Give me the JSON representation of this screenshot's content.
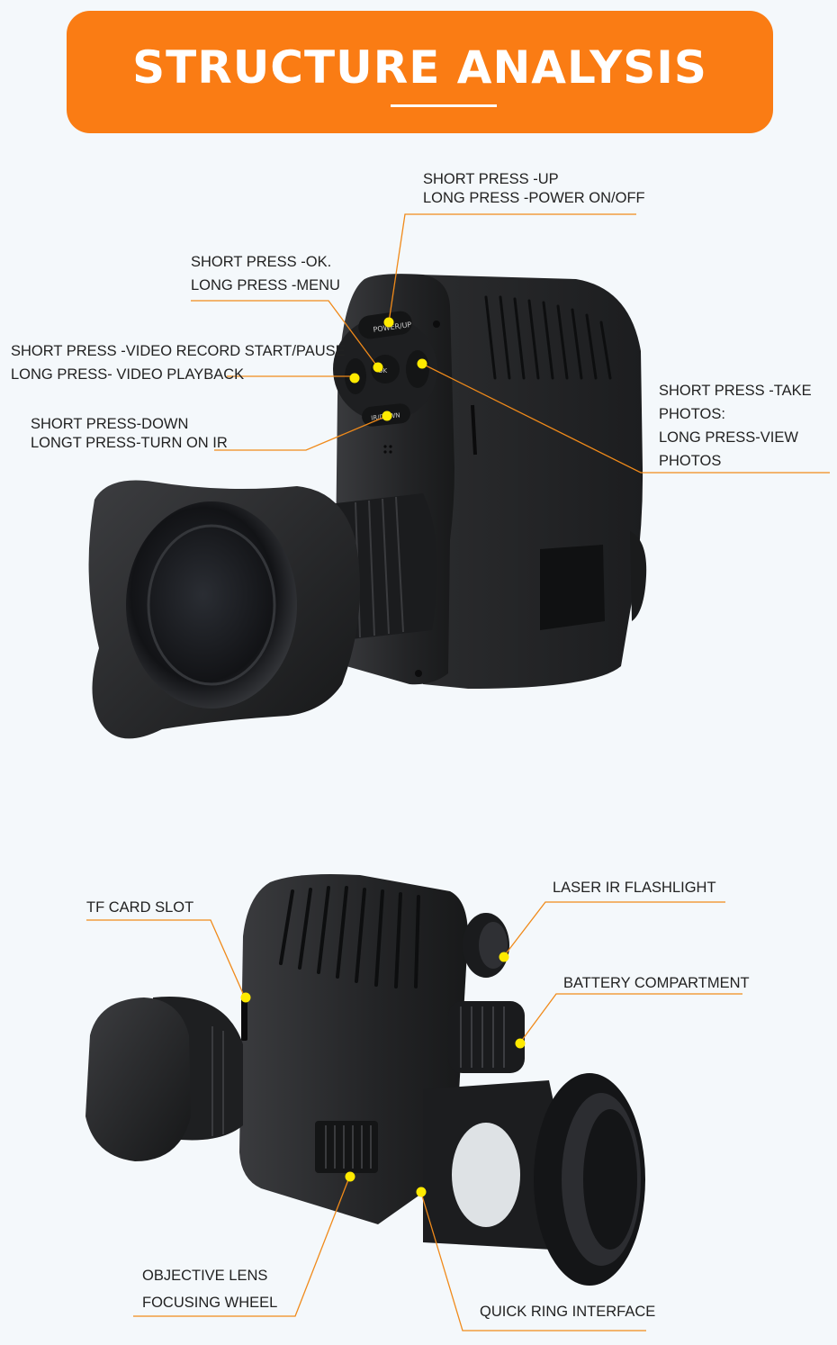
{
  "header": {
    "title": "STRUCTURE ANALYSIS"
  },
  "colors": {
    "accent": "#fa7c14",
    "leader": "#f08a1a",
    "dot": "#ffea00",
    "device": "#2a2b2d"
  },
  "top_device": {
    "icons": [
      "power-up-button-icon",
      "ok-menu-button-icon",
      "video-button-icon",
      "photo-button-icon",
      "ir-down-button-icon"
    ],
    "callouts": {
      "up": {
        "line1": "SHORT PRESS -UP",
        "line2": "LONG PRESS -POWER ON/OFF"
      },
      "ok": {
        "line1": "SHORT PRESS -OK.",
        "line2": "LONG PRESS -MENU"
      },
      "video": {
        "line1": "SHORT PRESS -VIDEO RECORD START/PAUSE",
        "line2": "LONG PRESS- VIDEO PLAYBACK"
      },
      "down": {
        "line1": "SHORT PRESS-DOWN",
        "line2": "LONGT PRESS-TURN ON IR"
      },
      "photo": {
        "line1": "SHORT PRESS -TAKE",
        "line2": "PHOTOS:",
        "line3": "LONG PRESS-VIEW",
        "line4": "PHOTOS"
      }
    }
  },
  "bottom_device": {
    "callouts": {
      "tf_card": "TF CARD SLOT",
      "laser": "LASER IR FLASHLIGHT",
      "battery": "BATTERY COMPARTMENT",
      "focus": {
        "line1": "OBJECTIVE LENS",
        "line2": "FOCUSING WHEEL"
      },
      "quick_ring": "QUICK RING INTERFACE"
    }
  }
}
